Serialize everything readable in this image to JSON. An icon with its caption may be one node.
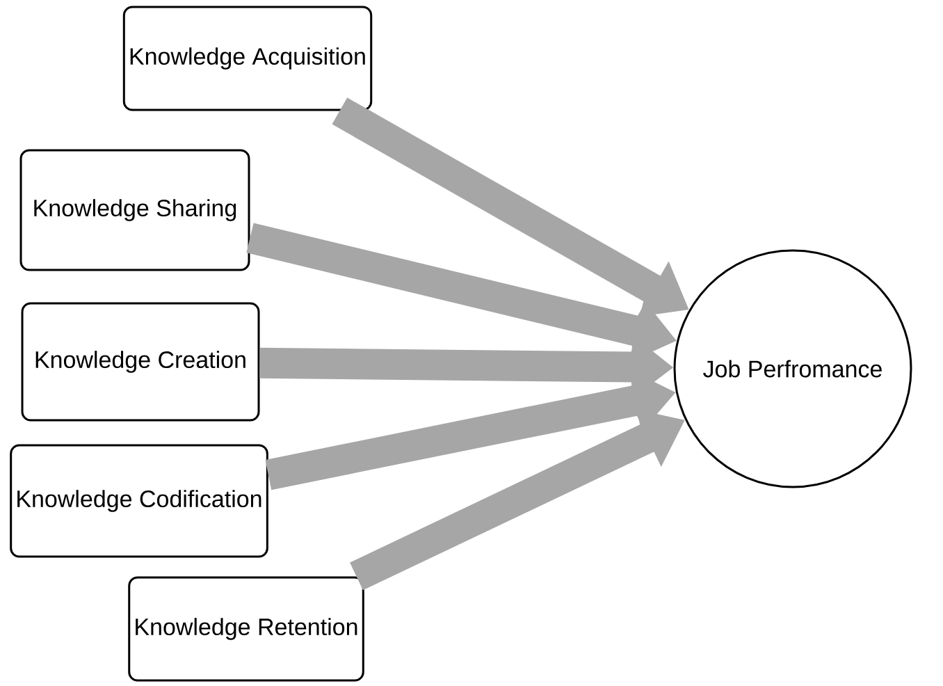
{
  "diagram": {
    "nodes": [
      {
        "text": [
          "Knowledge Acquisition"
        ]
      },
      {
        "text": [
          "Knowledge Sharing"
        ]
      },
      {
        "text": [
          "Knowledge Creation"
        ]
      },
      {
        "text": [
          "Knowledge Codification"
        ]
      },
      {
        "text": [
          "Knowledge Retention"
        ]
      },
      {
        "text": [
          "Job Perfromance"
        ]
      }
    ],
    "edges": [
      {
        "from": 0,
        "to": 5,
        "arrow": "to"
      },
      {
        "from": 1,
        "to": 5,
        "arrow": "to"
      },
      {
        "from": 2,
        "to": 5,
        "arrow": "to"
      },
      {
        "from": 3,
        "to": 5,
        "arrow": "to"
      },
      {
        "from": 4,
        "to": 5,
        "arrow": "to"
      }
    ]
  }
}
